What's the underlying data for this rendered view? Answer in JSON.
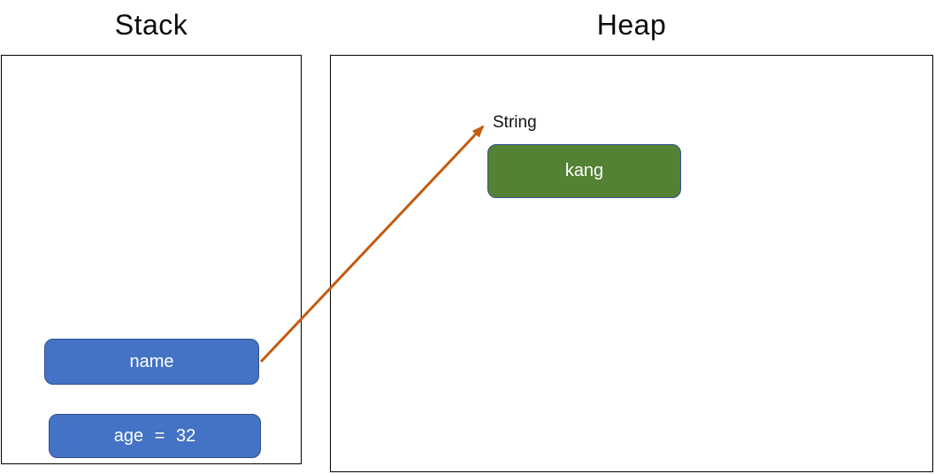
{
  "diagram": {
    "stack": {
      "title": "Stack",
      "variables": [
        {
          "label": "name"
        },
        {
          "label": "age = 32"
        }
      ]
    },
    "heap": {
      "title": "Heap",
      "objects": [
        {
          "type_label": "String",
          "value": "kang"
        }
      ]
    },
    "reference_arrow": {
      "from": "name",
      "to": "String"
    }
  },
  "colors": {
    "variable_fill": "#4472C4",
    "object_fill": "#548235",
    "shape_border": "#2F528F",
    "arrow": "#C55A11",
    "container_border": "#000000",
    "background": "#FFFFFF"
  }
}
